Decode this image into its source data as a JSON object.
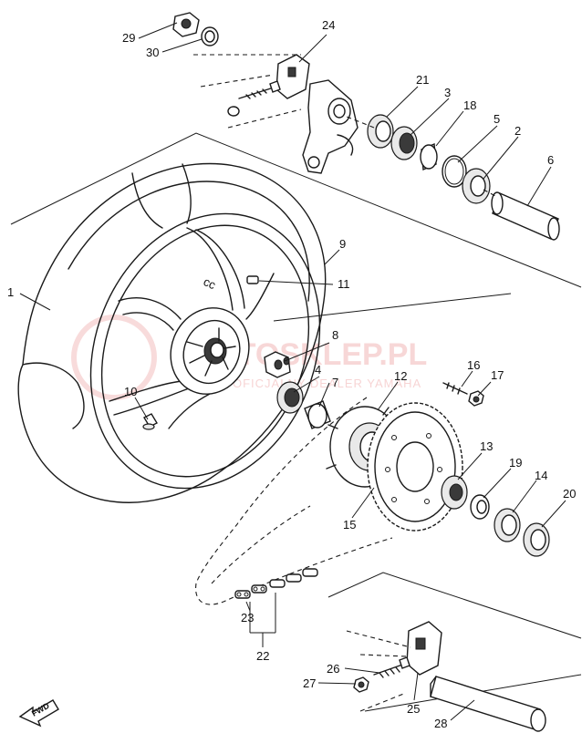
{
  "diagram": {
    "watermark": {
      "main": "MOTOSKLEP.PL",
      "sub": "OFICJALNY DEALER YAMAHA"
    },
    "direction_badge": "FWD",
    "callouts": [
      "1",
      "2",
      "3",
      "4",
      "5",
      "6",
      "7",
      "8",
      "9",
      "10",
      "11",
      "12",
      "13",
      "14",
      "15",
      "16",
      "17",
      "18",
      "19",
      "20",
      "21",
      "22",
      "23",
      "24",
      "25",
      "26",
      "27",
      "28",
      "29",
      "30"
    ]
  }
}
